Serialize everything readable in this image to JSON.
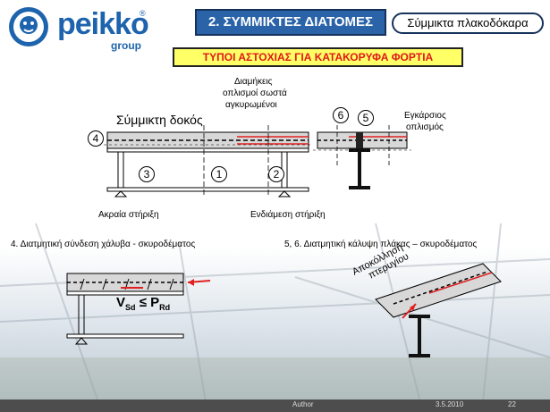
{
  "logo": {
    "brand": "peikko",
    "group": "group",
    "registered": "®"
  },
  "header": {
    "title": "2. ΣΥΜΜΙΚΤΕΣ ΔΙΑΤΟΜΕΣ",
    "subtitle": "Σύμμικτα πλακοδόκαρα"
  },
  "section_title": "ΤΥΠΟΙ ΑΣΤΟΧΙΑΣ ΓΙΑ ΚΑΤΑΚΟΡΥΦΑ ΦΟΡΤΙΑ",
  "top_diagram": {
    "longitudinal_note": [
      "Διαμήκεις",
      "οπλισμοί σωστά",
      "αγκυρωμένοι"
    ],
    "beam_label": "Σύμμικτη δοκός",
    "transverse_note": [
      "Εγκάρσιος",
      "οπλισμός"
    ],
    "end_support": "Ακραία στήριξη",
    "mid_support": "Ενδιάμεση στήριξη",
    "markers": [
      "1",
      "2",
      "3",
      "4",
      "5",
      "6"
    ]
  },
  "shear_connection": {
    "heading": "4. Διατμητική σύνδεση χάλυβα - σκυροδέματος",
    "formula_left": "V",
    "formula_left_sub": "Sd",
    "formula_op": " ≤ P",
    "formula_right_sub": "Rd"
  },
  "slab_shear": {
    "heading": "5, 6. Διατμητική κάλυψη πλάκας – σκυροδέματος",
    "flange_note": [
      "Αποκόλληση",
      "πτερυγίου"
    ]
  },
  "footer": {
    "author": "Author",
    "date": "3.5.2010",
    "page": "22"
  }
}
